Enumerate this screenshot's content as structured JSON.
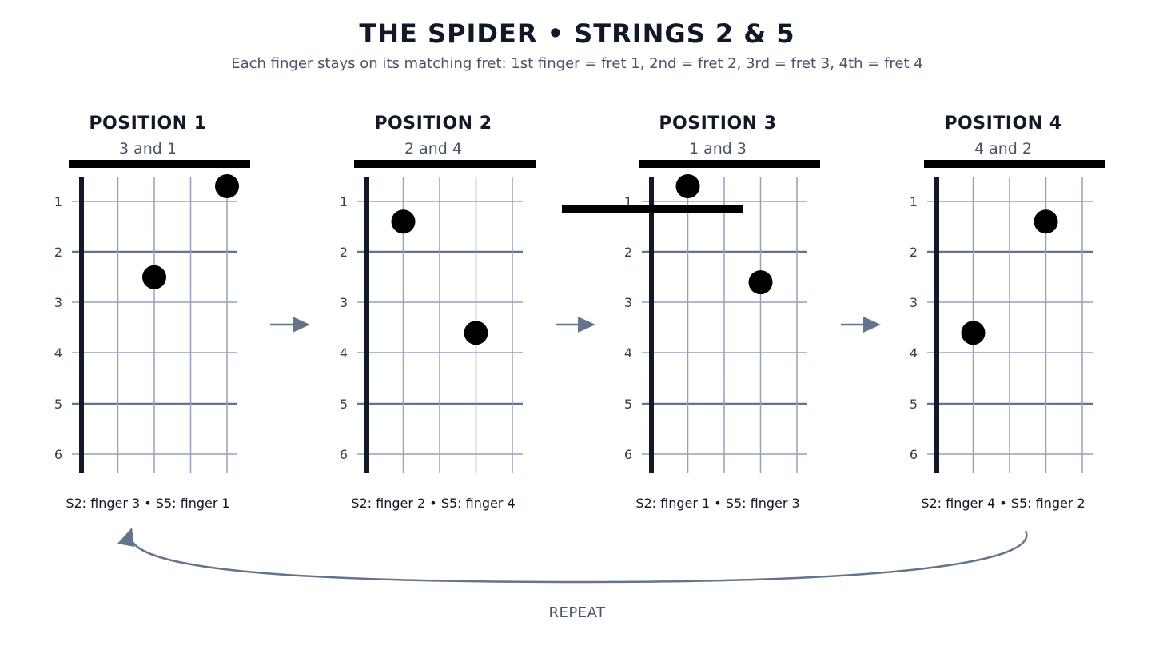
{
  "title": "THE SPIDER • STRINGS 2 & 5",
  "subtitle": "Each finger stays on its matching fret: 1st finger = fret 1, 2nd = fret 2, 3rd = fret 3, 4th = fret 4",
  "fret_labels": [
    "1",
    "2",
    "3",
    "4",
    "5",
    "6"
  ],
  "positions": [
    {
      "title": "POSITION 1",
      "subtitle": "3 and 1",
      "caption": "S2: finger 3 • S5: finger 1",
      "dots": [
        {
          "string": 2,
          "fret": 2.5
        },
        {
          "string": 4,
          "fret": 0.7
        }
      ]
    },
    {
      "title": "POSITION 2",
      "subtitle": "2 and 4",
      "caption": "S2: finger 2 • S5: finger 4",
      "dots": [
        {
          "string": 1,
          "fret": 1.4
        },
        {
          "string": 3,
          "fret": 3.6
        }
      ]
    },
    {
      "title": "POSITION 3",
      "subtitle": "1 and 3",
      "caption": "S2: finger 1 • S5: finger 3",
      "dots": [
        {
          "string": 1,
          "fret": 0.7
        },
        {
          "string": 3,
          "fret": 2.6
        }
      ]
    },
    {
      "title": "POSITION 4",
      "subtitle": "4 and 2",
      "caption": "S2: finger 4 • S5: finger 2",
      "dots": [
        {
          "string": 1,
          "fret": 3.6
        },
        {
          "string": 3,
          "fret": 1.4
        }
      ]
    }
  ],
  "repeat_label": "REPEAT",
  "colors": {
    "title": "#111827",
    "muted": "#475569",
    "grid": "#94a3b8",
    "accent": "#64748b",
    "dot": "#000000"
  }
}
